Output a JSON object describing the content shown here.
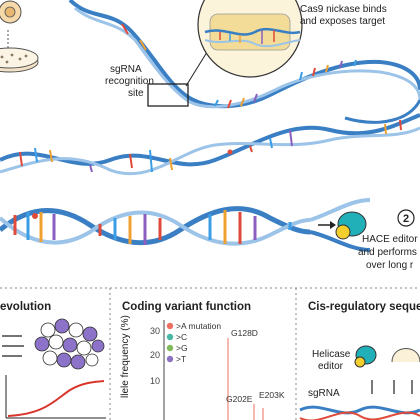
{
  "colors": {
    "strand_blue": "#3a7fc4",
    "strand_light": "#9cc3e8",
    "rung_red": "#e04a3a",
    "rung_orange": "#f0a030",
    "rung_blue": "#3a9ee6",
    "rung_purple": "#8a5fc0",
    "enzyme_teal": "#22b0b8",
    "enzyme_yellow": "#f3cf2e",
    "cell_purple": "#8c73c9",
    "curve_red": "#d9352a",
    "mutation_red": "#ee6f61",
    "mutation_teal": "#47b7a6",
    "mutation_green": "#7fb95a",
    "mutation_purple": "#8d72c2"
  },
  "callout": {
    "line1": "Cas9 nickase binds",
    "line2": "and exposes target"
  },
  "recognition": {
    "line1": "sgRNA",
    "line2": "recognition",
    "line3": "site"
  },
  "step2": {
    "number": "2",
    "line1": "HACE editor",
    "line2": "and performs",
    "line3": "over long r"
  },
  "panels": {
    "evolution": {
      "title": "evolution"
    },
    "coding": {
      "title": "Coding variant function"
    },
    "cis": {
      "title": "Cis-regulatory sequen"
    }
  },
  "coding_plot": {
    "ylabel": "llele frequency (%)",
    "ticks": [
      "30",
      "20",
      "10"
    ],
    "legend": [
      ">A mutation",
      ">C",
      ">G",
      ">T"
    ],
    "peaks": [
      "G128D",
      "G202E",
      "E203K"
    ]
  },
  "cis_panel": {
    "helicase_line1": "Helicase",
    "helicase_line2": "editor",
    "sgrna": "sgRNA"
  }
}
